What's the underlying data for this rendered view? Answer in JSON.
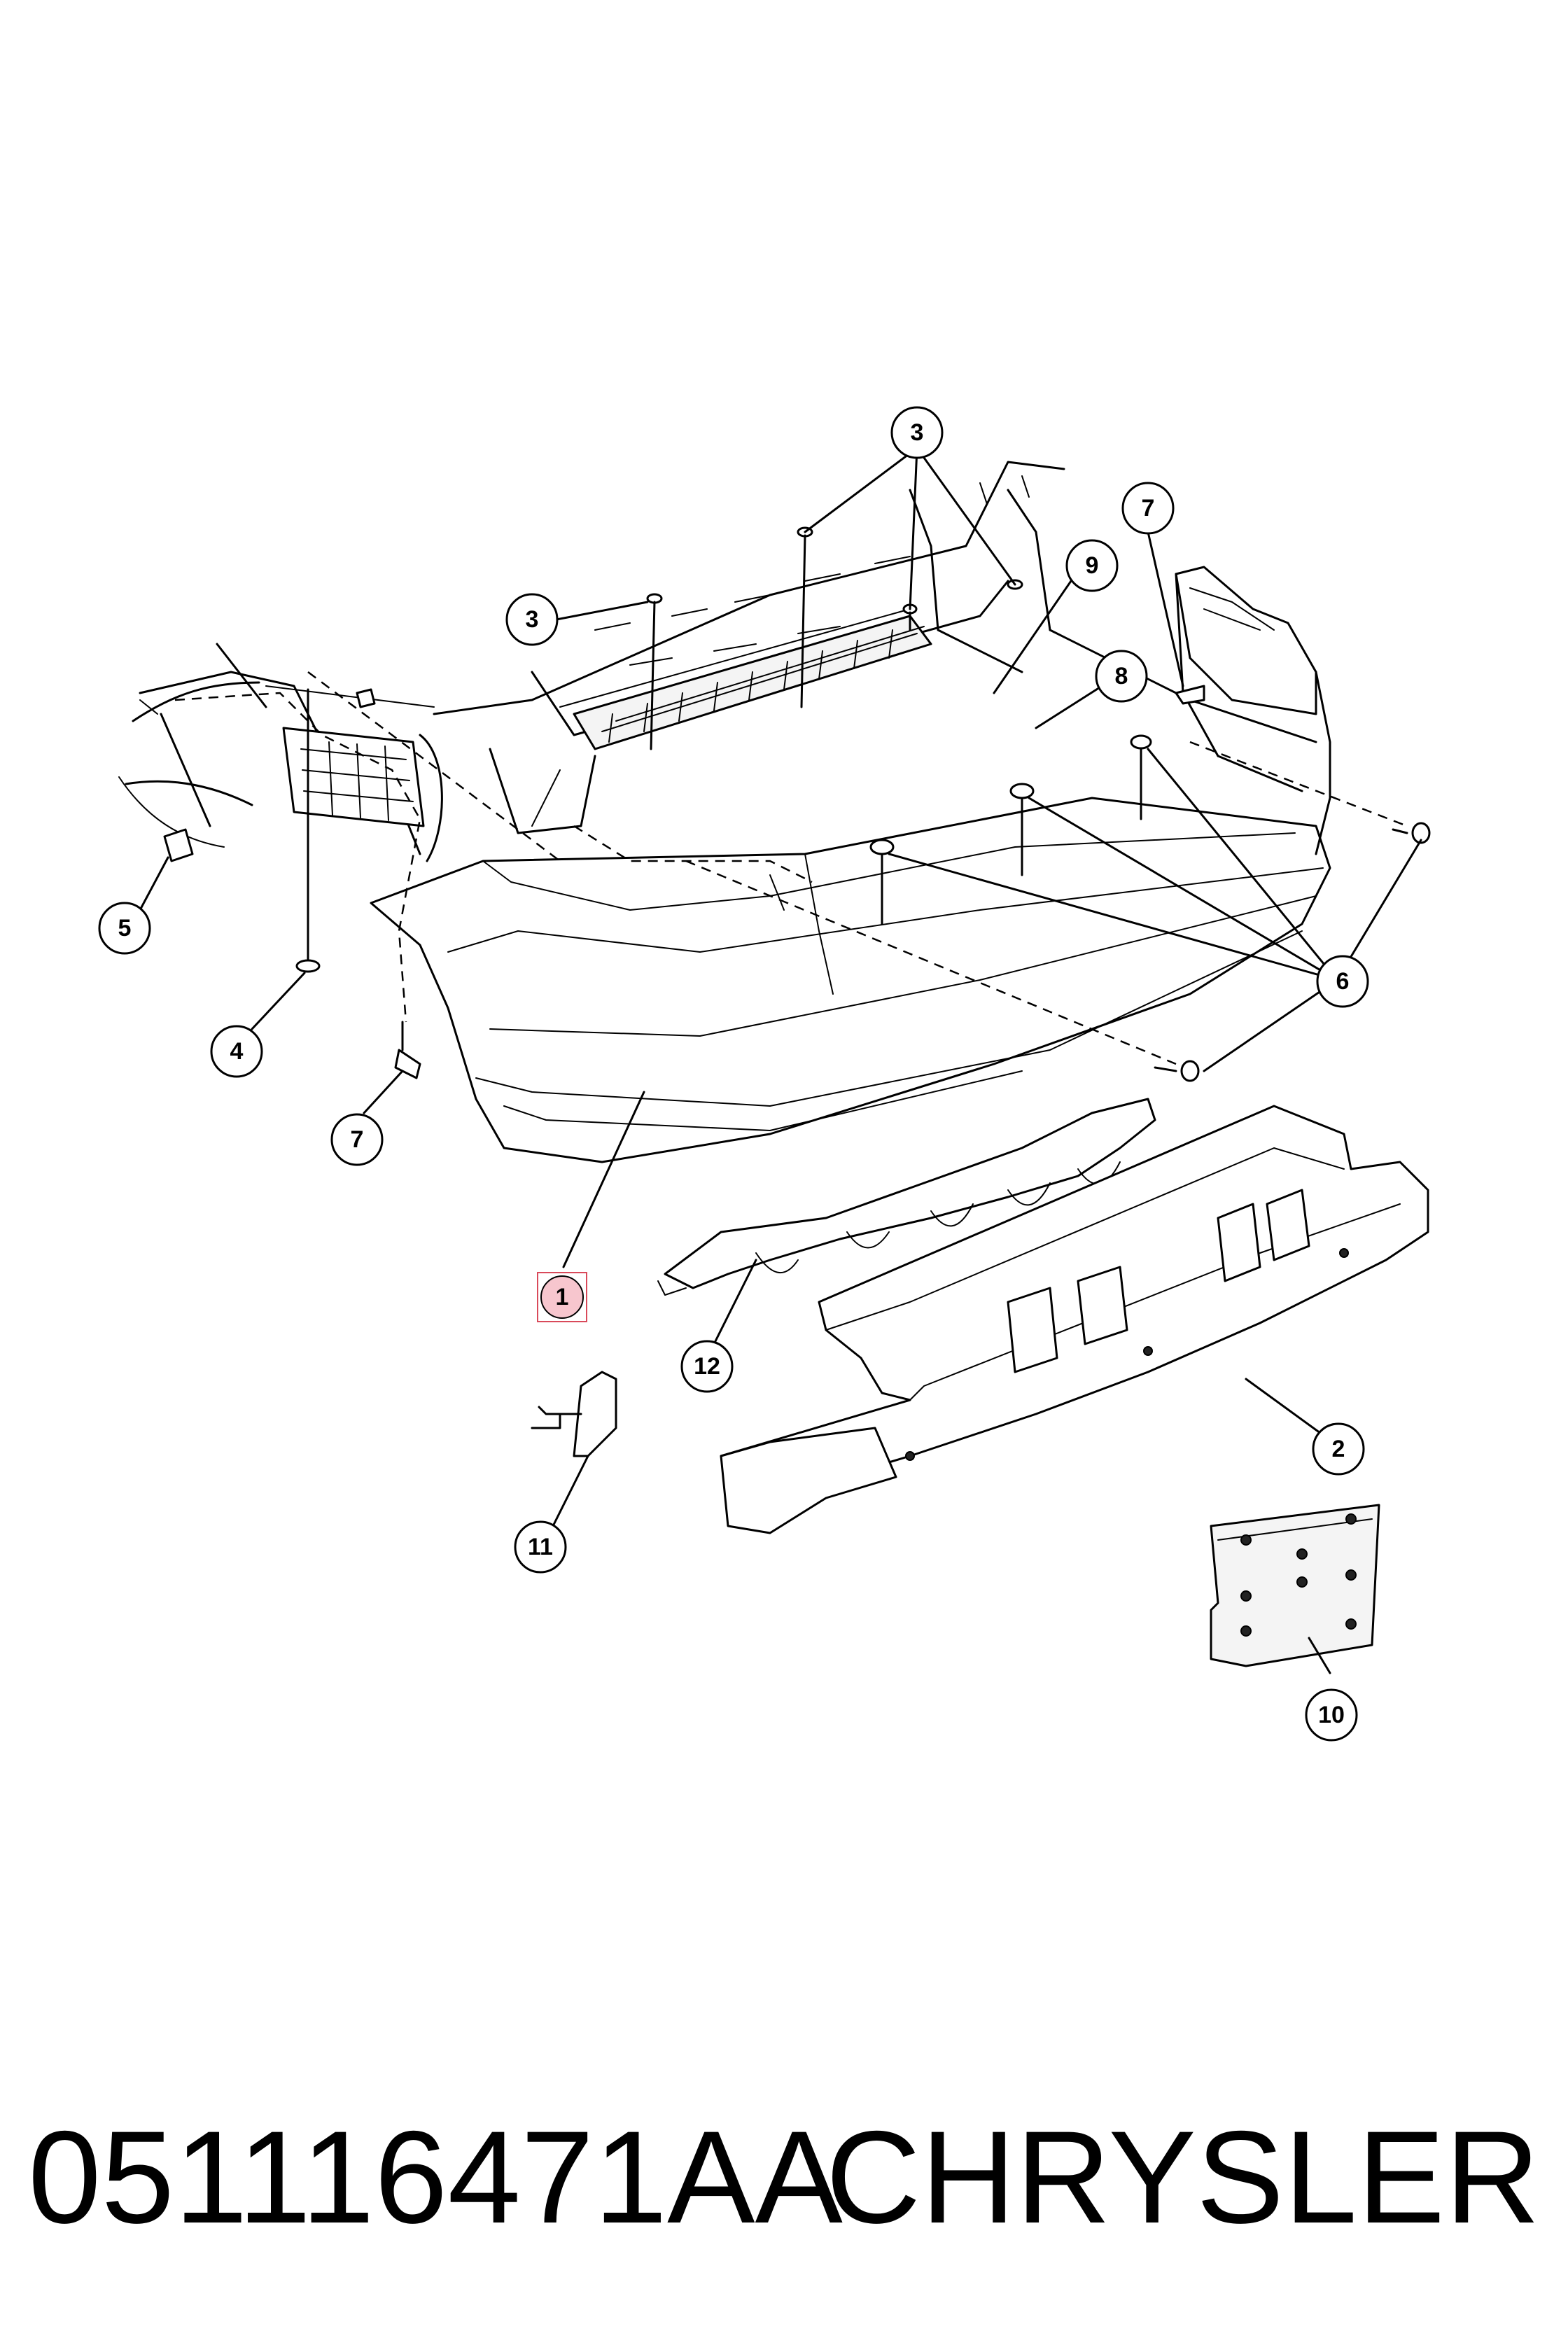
{
  "diagram": {
    "callouts": [
      {
        "id": "c3a",
        "label": "3",
        "highlight": false
      },
      {
        "id": "c3b",
        "label": "3",
        "highlight": false
      },
      {
        "id": "c7a",
        "label": "7",
        "highlight": false
      },
      {
        "id": "c9",
        "label": "9",
        "highlight": false
      },
      {
        "id": "c8",
        "label": "8",
        "highlight": false
      },
      {
        "id": "c5",
        "label": "5",
        "highlight": false
      },
      {
        "id": "c6",
        "label": "6",
        "highlight": false
      },
      {
        "id": "c4",
        "label": "4",
        "highlight": false
      },
      {
        "id": "c7b",
        "label": "7",
        "highlight": false
      },
      {
        "id": "c1",
        "label": "1",
        "highlight": true
      },
      {
        "id": "c12",
        "label": "12",
        "highlight": false
      },
      {
        "id": "c2",
        "label": "2",
        "highlight": false
      },
      {
        "id": "c11",
        "label": "11",
        "highlight": false
      },
      {
        "id": "c10",
        "label": "10",
        "highlight": false
      }
    ],
    "highlight_color": "#f7c6ce",
    "highlight_border": "#d94a5a"
  },
  "footer": {
    "part_number": "051116471AA",
    "brand": "CHRYSLER"
  }
}
